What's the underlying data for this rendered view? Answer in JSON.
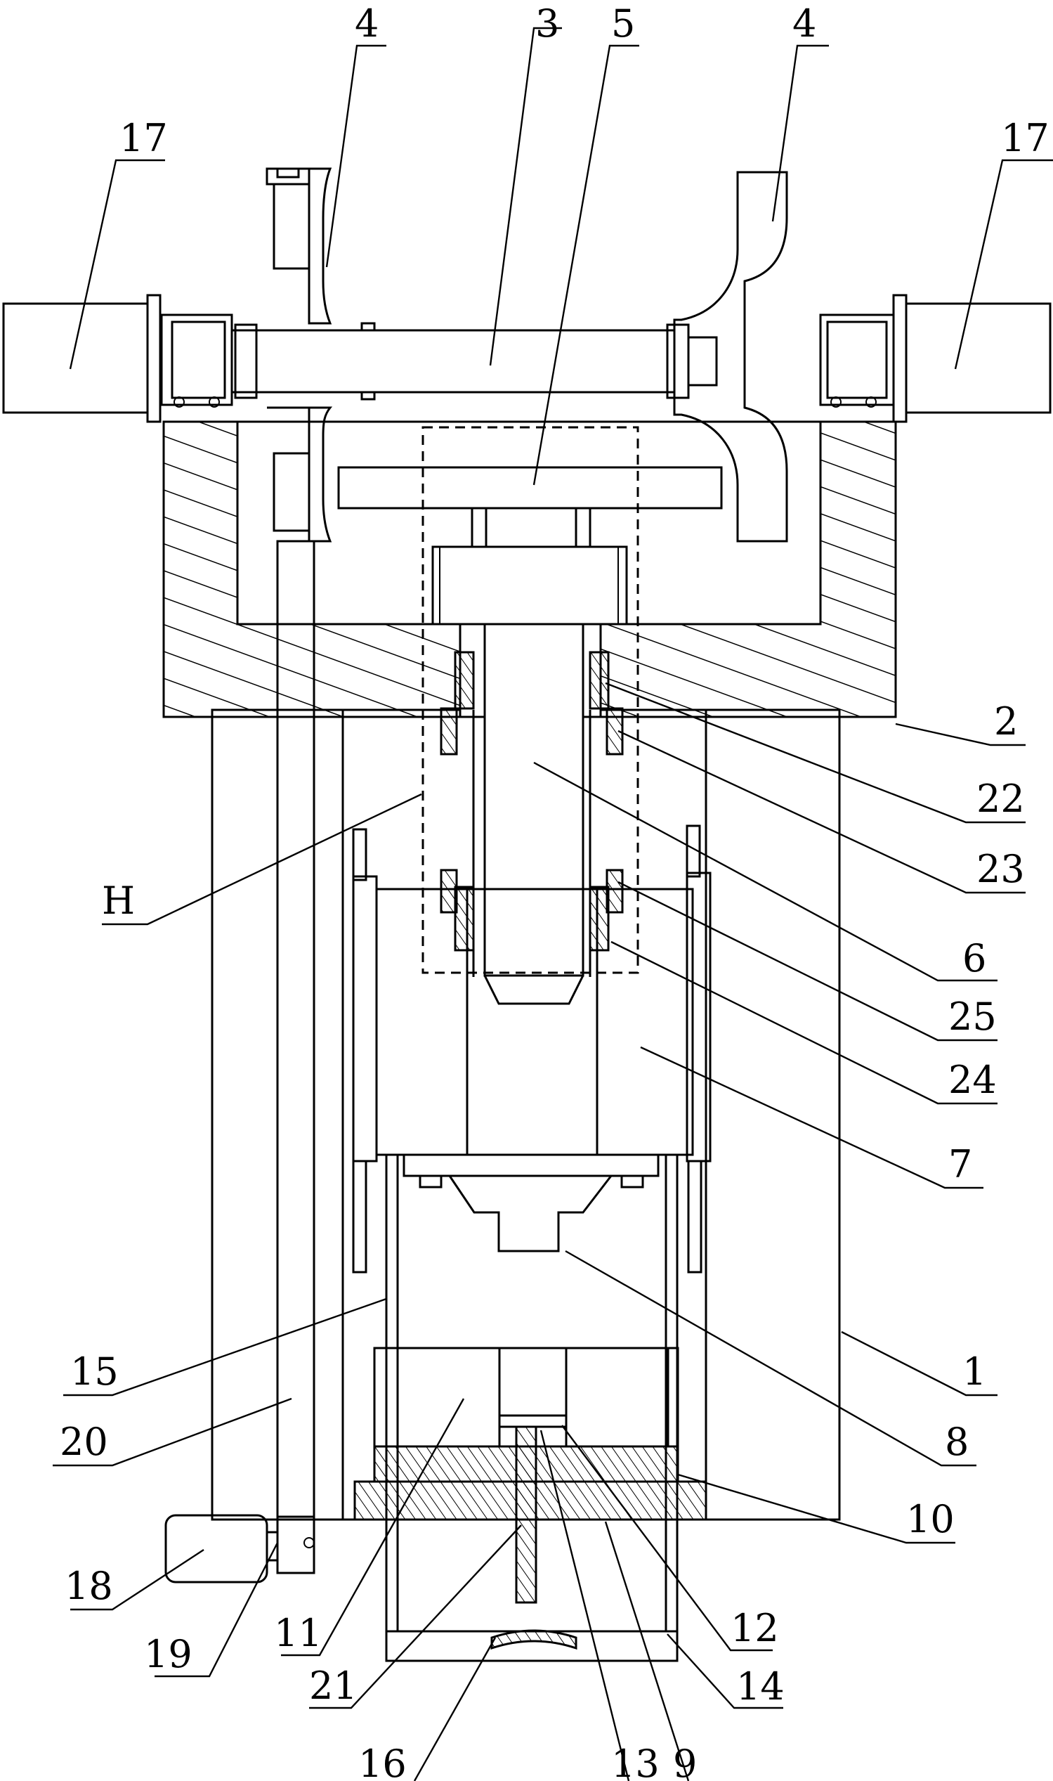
{
  "labels": {
    "l1": "1",
    "l2": "2",
    "l3": "3",
    "l4a": "4",
    "l4b": "4",
    "l5": "5",
    "l6": "6",
    "l7": "7",
    "l8": "8",
    "l9": "9",
    "l10": "10",
    "l11": "11",
    "l12": "12",
    "l13": "13",
    "l14": "14",
    "l15": "15",
    "l16": "16",
    "l17a": "17",
    "l17b": "17",
    "l18": "18",
    "l19": "19",
    "l20": "20",
    "l21": "21",
    "l22": "22",
    "l23": "23",
    "l24": "24",
    "l25": "25",
    "lH": "H"
  }
}
